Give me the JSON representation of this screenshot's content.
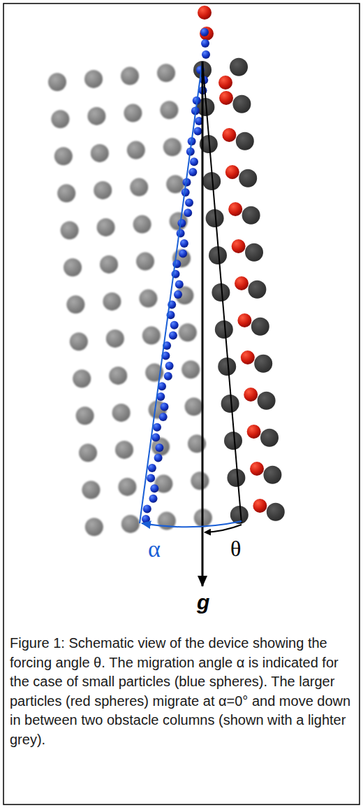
{
  "diagram": {
    "caption": "Figure 1: Schematic view of the device showing the forcing angle θ. The migration angle α is indicated for the case of small particles (blue spheres). The larger particles (red spheres) migrate at α=0° and move down in between two obstacle columns (shown with a lighter grey).",
    "labels": [
      "α",
      "θ",
      "g"
    ]
  }
}
